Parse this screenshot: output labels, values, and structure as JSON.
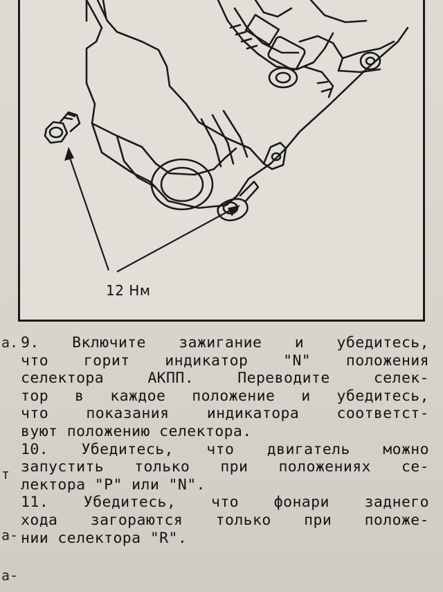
{
  "figure": {
    "torque_label": "12 Нм"
  },
  "paragraphs": [
    {
      "number": "9.",
      "lines": [
        "9. Включите зажигание и убедитесь,",
        "что горит индикатор \"N\" положения",
        "селектора АКПП. Переводите селек-",
        "тор в каждое положение и убедитесь,",
        "что показания индикатора соответст-",
        "вуют положению селектора."
      ]
    },
    {
      "number": "10.",
      "lines": [
        "10. Убедитесь, что двигатель можно",
        "запустить только при положениях се-",
        "лектора \"P\" или \"N\"."
      ]
    },
    {
      "number": "11.",
      "lines": [
        "11. Убедитесь, что фонари заднего",
        "хода загораются только при положе-",
        "нии селектора \"R\"."
      ]
    }
  ],
  "margin_fragments": [
    "а.",
    "т",
    "а-",
    "а-"
  ]
}
